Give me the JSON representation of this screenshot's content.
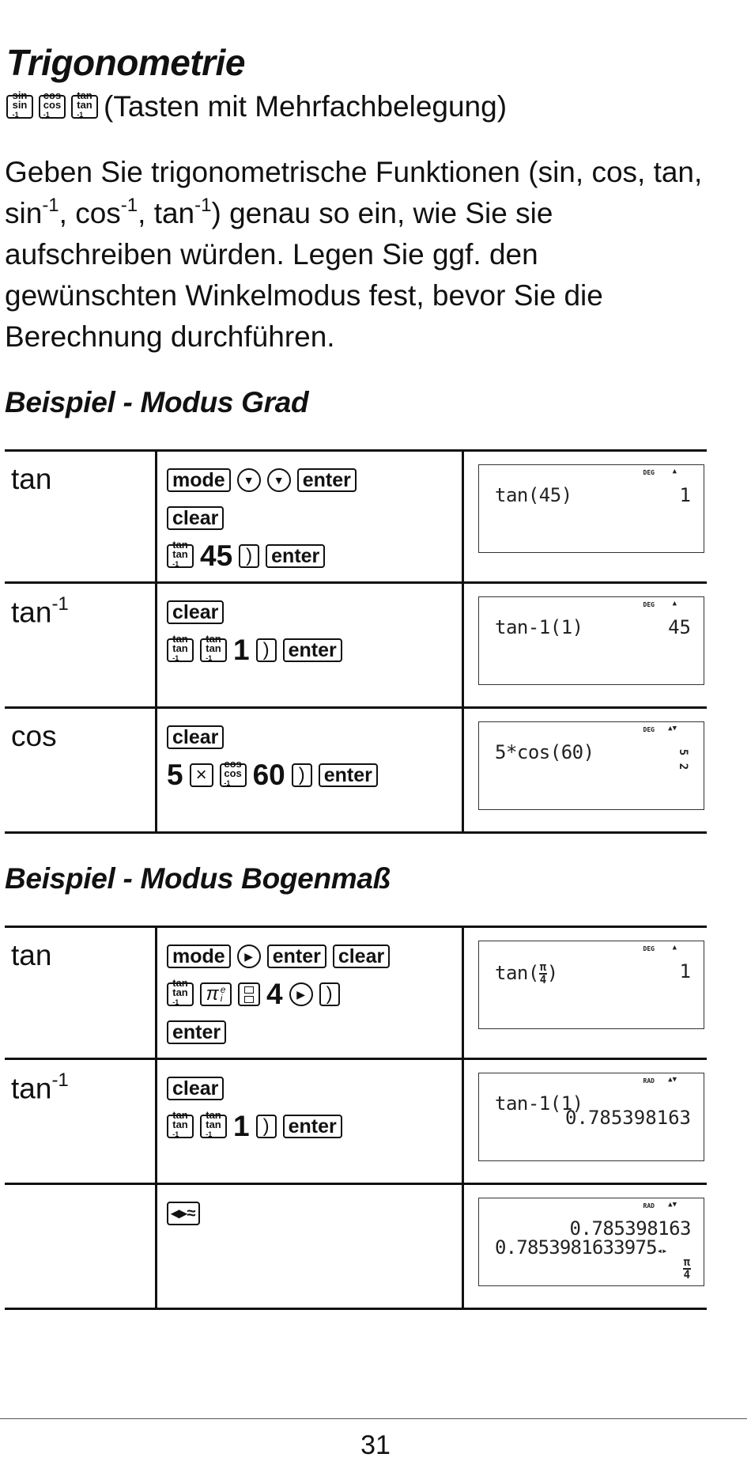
{
  "title": "Trigonometrie",
  "subtitle": {
    "keys": [
      {
        "top": "sin",
        "bottom": "sin",
        "bottom_sup": "-1"
      },
      {
        "top": "cos",
        "bottom": "cos",
        "bottom_sup": "-1"
      },
      {
        "top": "tan",
        "bottom": "tan",
        "bottom_sup": "-1"
      }
    ],
    "text": "(Tasten mit Mehrfachbelegung)"
  },
  "intro": {
    "p1": "Geben Sie trigonometrische Funktionen (sin, cos, tan,",
    "p2_a": "sin",
    "p2_b": ", cos",
    "p2_c": ", tan",
    "p2_d": ") genau so ein, wie Sie sie",
    "sup": "-1",
    "p3": "aufschreiben würden. Legen Sie ggf. den",
    "p4": "gewünschten Winkelmodus fest, bevor Sie die",
    "p5": "Berechnung durchführen."
  },
  "section1": {
    "heading": "Beispiel - Modus Grad",
    "rows": [
      {
        "label": "tan",
        "keys": {
          "mode": "mode",
          "enter": "enter",
          "clear": "clear",
          "tan_top": "tan",
          "tan_bottom": "tan",
          "sup": "-1",
          "num": "45",
          "paren": ")"
        },
        "screen": {
          "mode": "DEG",
          "arrows": "▲",
          "expr": "tan(45)",
          "result": "1"
        }
      },
      {
        "label": "tan",
        "label_sup": "-1",
        "keys": {
          "clear": "clear",
          "tan_top": "tan",
          "tan_bottom": "tan",
          "sup": "-1",
          "num": "1",
          "paren": ")",
          "enter": "enter"
        },
        "screen": {
          "mode": "DEG",
          "arrows": "▲",
          "expr": "tan-1(1)",
          "result": "45"
        }
      },
      {
        "label": "cos",
        "keys": {
          "clear": "clear",
          "num1": "5",
          "times": "×",
          "cos_top": "cos",
          "cos_bottom": "cos",
          "sup": "-1",
          "num2": "60",
          "paren": ")",
          "enter": "enter"
        },
        "screen": {
          "mode": "DEG",
          "arrows": "▲▼",
          "expr": "5*cos(60)",
          "frac_num": "5",
          "frac_den": "2"
        }
      }
    ]
  },
  "section2": {
    "heading": "Beispiel - Modus Bogenmaß",
    "rows": [
      {
        "label": "tan",
        "keys": {
          "mode": "mode",
          "enter": "enter",
          "clear": "clear",
          "tan_top": "tan",
          "tan_bottom": "tan",
          "sup": "-1",
          "pi": "π",
          "pi_e": "e",
          "pi_i": "i",
          "num": "4",
          "paren": ")"
        },
        "screen": {
          "mode": "DEG",
          "arrows": "▲",
          "expr_a": "tan(",
          "frac_num": "π",
          "frac_den": "4",
          "expr_b": ")",
          "result": "1"
        }
      },
      {
        "label": "tan",
        "label_sup": "-1",
        "keys": {
          "clear": "clear",
          "tan_top": "tan",
          "tan_bottom": "tan",
          "sup": "-1",
          "num": "1",
          "paren": ")",
          "enter": "enter"
        },
        "screen": {
          "mode": "RAD",
          "arrows": "▲▼",
          "expr": "tan-1(1)",
          "result": "0.785398163"
        }
      },
      {
        "label": "",
        "keys": {
          "conv": "◂▸≈"
        },
        "screen": {
          "mode": "RAD",
          "arrows": "▲▼",
          "line1": "0.785398163",
          "line2": "0.7853981633975",
          "marker": "◂▸",
          "frac_num": "π",
          "frac_den": "4"
        }
      }
    ]
  },
  "page_number": "31"
}
